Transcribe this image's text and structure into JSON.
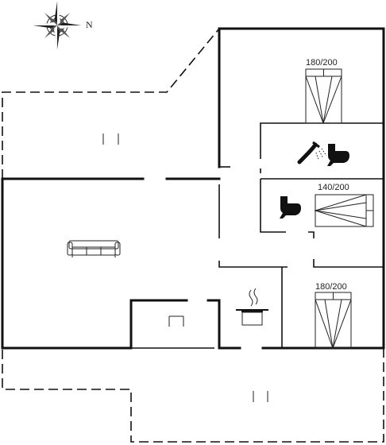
{
  "compass": {
    "north_label": "N"
  },
  "beds": [
    {
      "id": "bed-top",
      "label": "180/200"
    },
    {
      "id": "bed-middle",
      "label": "140/200"
    },
    {
      "id": "bed-bottom",
      "label": "180/200"
    }
  ],
  "icons": [
    "compass-rose-icon",
    "sofa-icon",
    "shower-icon",
    "toilet-icon",
    "cooking-pot-icon",
    "door-icon"
  ]
}
